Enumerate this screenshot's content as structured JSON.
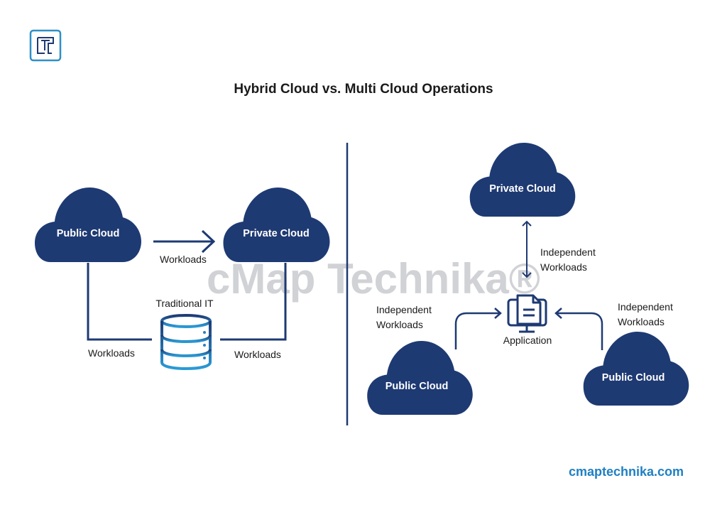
{
  "title": "Hybrid Cloud vs. Multi Cloud Operations",
  "logo": {
    "icon": "t-logo-icon",
    "color": "#2f8fc7"
  },
  "watermark": "cMap Technika®",
  "website": "cmaptechnika.com",
  "colors": {
    "cloud": "#1e3a73",
    "line": "#1e3a73",
    "accent": "#1f7fc2",
    "text": "#1a1a1a"
  },
  "hybrid": {
    "public_cloud": "Public Cloud",
    "private_cloud": "Private Cloud",
    "arrow_label": "Workloads",
    "traditional_it": "Traditional IT",
    "left_link_label": "Workloads",
    "right_link_label": "Workloads"
  },
  "multi": {
    "private_cloud": "Private Cloud",
    "private_link_label_1": "Independent",
    "private_link_label_2": "Workloads",
    "application": "Application",
    "left_label_1": "Independent",
    "left_label_2": "Workloads",
    "right_label_1": "Independent",
    "right_label_2": "Workloads",
    "public_cloud_left": "Public Cloud",
    "public_cloud_right": "Public Cloud"
  }
}
